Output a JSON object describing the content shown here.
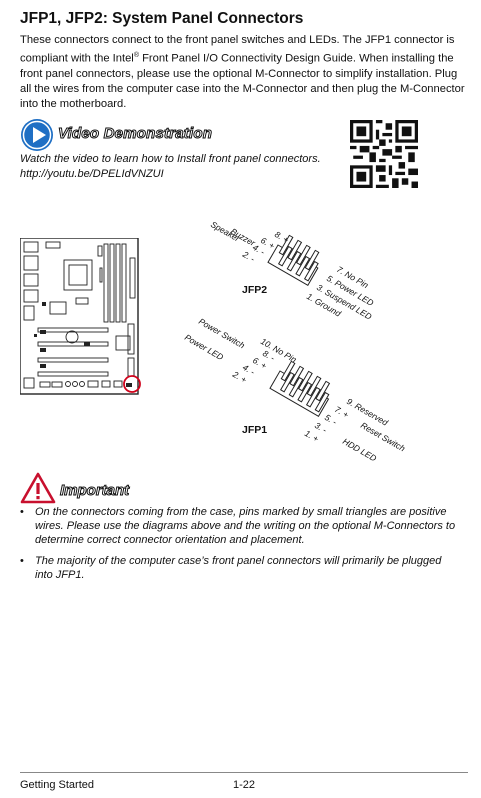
{
  "title": "JFP1, JFP2: System Panel Connectors",
  "intro": {
    "p1": "These connectors connect to the front panel switches and LEDs. The JFP1 connector is compliant with the Intel",
    "reg": "®",
    "p2": " Front Panel I/O Connectivity Design Guide. When installing the front panel connectors, please use the optional M-Connector to simplify installation. Plug all the wires from the computer case into the M-Connector and then plug the M-Connector into the motherboard."
  },
  "video": {
    "title": "Video Demonstration",
    "description": "Watch the video to learn how to Install front panel connectors.",
    "url": "http://youtu.be/DPELIdVNZUI"
  },
  "jfp2": {
    "label": "JFP2",
    "group_labels": [
      "Speaker",
      "Buzzer"
    ],
    "left_pins": [
      "8. +",
      "6. +",
      "4. -",
      "2. -"
    ],
    "right_pins": [
      "7. No Pin",
      "5. Power LED",
      "3. Suspend LED",
      "1. Ground"
    ]
  },
  "jfp1": {
    "label": "JFP1",
    "left_labels": [
      "Power Switch",
      "Power LED"
    ],
    "left_pins": [
      "10. No Pin",
      "8. -",
      "6. +",
      "4. -",
      "2. +"
    ],
    "right_pins": [
      "9. Reserved",
      "7. +",
      "5. -",
      "3. -",
      "1. +"
    ],
    "right_labels": [
      "Reset Switch",
      "HDD LED"
    ]
  },
  "important": {
    "title": "Important",
    "bullets": [
      "On the connectors coming from the case, pins marked by small triangles are positive wires. Please use the diagrams above and the writing on the optional M-Connectors to determine correct connector orientation and placement.",
      "The majority of the computer case’s front panel connectors will primarily be plugged into JFP1."
    ],
    "bullet_glyph": "•"
  },
  "footer": {
    "section": "Getting Started",
    "page": "1-22"
  },
  "colors": {
    "accent_blue": "#1f6fc4",
    "warning_red": "#c8102e",
    "highlight_red": "#d0021b"
  },
  "icons": {
    "video": "play-circle-icon",
    "important": "warning-triangle-icon",
    "qr": "qr-code-icon"
  }
}
